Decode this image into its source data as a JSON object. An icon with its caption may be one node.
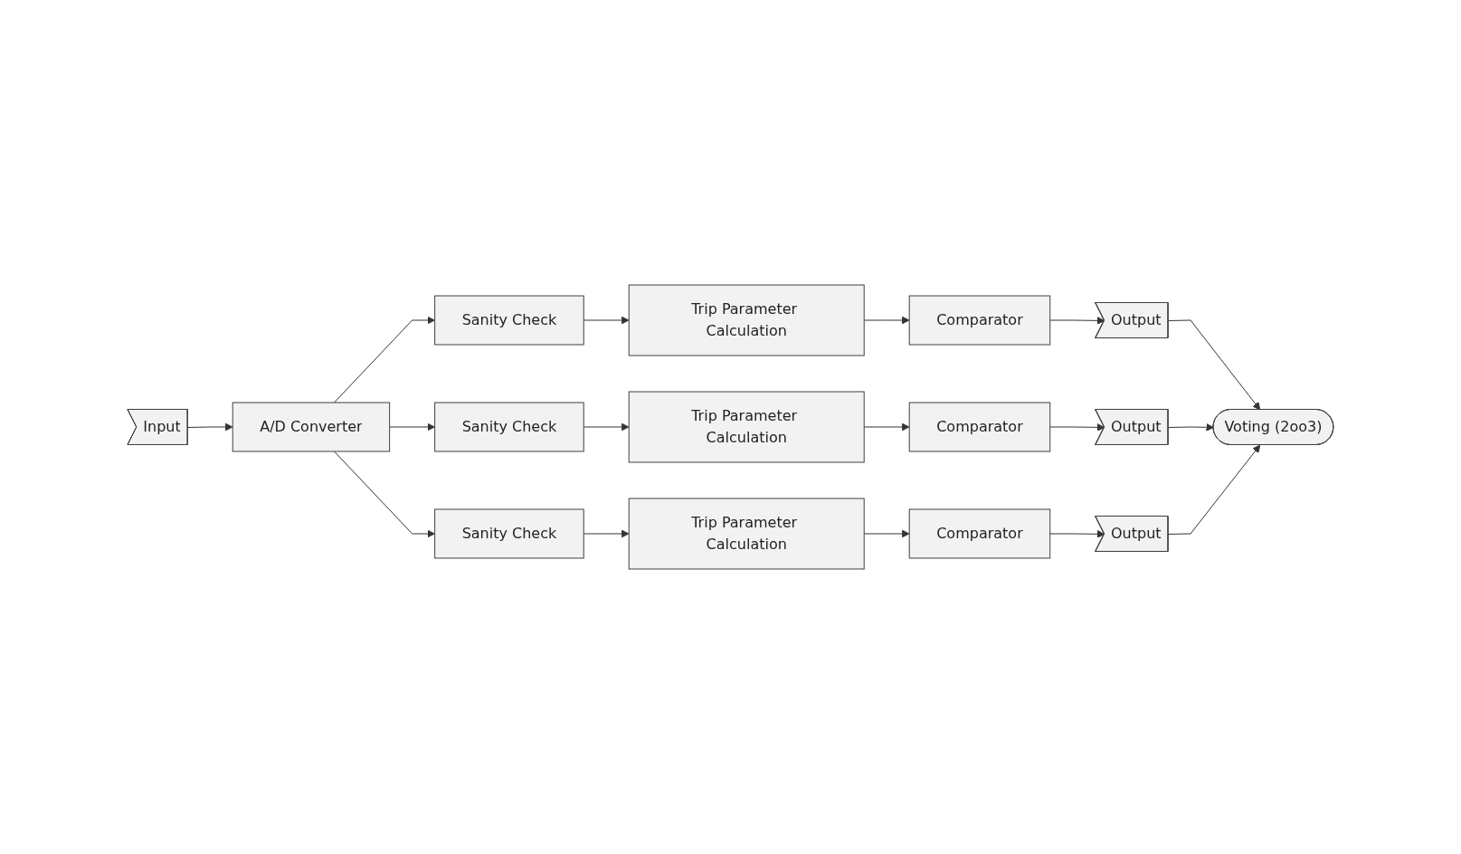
{
  "diagram": {
    "nodes": [
      {
        "text": [
          "Input"
        ]
      },
      {
        "text": [
          "A/D Converter"
        ]
      },
      {
        "text": [
          "Sanity Check"
        ]
      },
      {
        "text": [
          "Trip Parameter Calculation"
        ]
      },
      {
        "text": [
          "Comparator"
        ]
      },
      {
        "text": [
          "Output"
        ]
      },
      {
        "text": [
          "Sanity Check"
        ]
      },
      {
        "text": [
          "Trip Parameter Calculation"
        ]
      },
      {
        "text": [
          "Comparator"
        ]
      },
      {
        "text": [
          "Output"
        ]
      },
      {
        "text": [
          "Sanity Check"
        ]
      },
      {
        "text": [
          "Trip Parameter Calculation"
        ]
      },
      {
        "text": [
          "Comparator"
        ]
      },
      {
        "text": [
          "Output"
        ]
      },
      {
        "text": [
          "Voting (2oo3)"
        ]
      }
    ],
    "edges": [
      {
        "from": 0,
        "to": 1,
        "arrow": "to"
      },
      {
        "from": 1,
        "to": 2,
        "arrow": "to"
      },
      {
        "from": 1,
        "to": 6,
        "arrow": "to"
      },
      {
        "from": 1,
        "to": 10,
        "arrow": "to"
      },
      {
        "from": 2,
        "to": 3,
        "arrow": "to"
      },
      {
        "from": 3,
        "to": 4,
        "arrow": "to"
      },
      {
        "from": 4,
        "to": 5,
        "arrow": "to"
      },
      {
        "from": 5,
        "to": 14,
        "arrow": "to"
      },
      {
        "from": 6,
        "to": 7,
        "arrow": "to"
      },
      {
        "from": 7,
        "to": 8,
        "arrow": "to"
      },
      {
        "from": 8,
        "to": 9,
        "arrow": "to"
      },
      {
        "from": 9,
        "to": 14,
        "arrow": "to"
      },
      {
        "from": 10,
        "to": 11,
        "arrow": "to"
      },
      {
        "from": 11,
        "to": 12,
        "arrow": "to"
      },
      {
        "from": 12,
        "to": 13,
        "arrow": "to"
      },
      {
        "from": 13,
        "to": 14,
        "arrow": "to"
      }
    ]
  }
}
